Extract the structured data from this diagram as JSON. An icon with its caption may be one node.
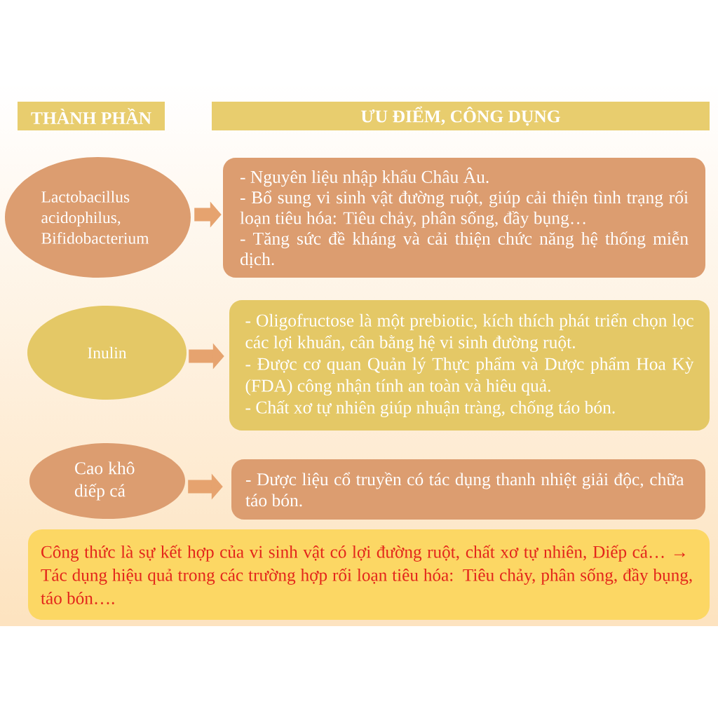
{
  "diagram": {
    "nodes": [
      {
        "text": [
          "THÀNH PHẦN"
        ]
      },
      {
        "text": [
          "ƯU ĐIỂM, CÔNG DỤNG"
        ]
      },
      {
        "text": [
          "Lactobacillus acidophilus, Bifidobacterium"
        ]
      },
      {
        "text": [
          "- Nguyên liệu nhập khẩu Châu Âu.",
          "- Bổ sung vi sinh vật đường ruột, giúp cải thiện tình trạng rối loạn tiêu hóa: Tiêu chảy, phân sống, đầy bụng…",
          "- Tăng sức đề kháng và cải thiện chức năng hệ thống miễn dịch."
        ]
      },
      {
        "text": [
          "Inulin"
        ]
      },
      {
        "text": [
          "- Oligofructose là một prebiotic, kích thích phát triển chọn lọc các lợi khuẩn, cân bằng hệ vi sinh đường ruột.",
          "- Được cơ quan Quản lý Thực phẩm và Dược phẩm Hoa Kỳ (FDA) công nhận tính an toàn và hiêu quả.",
          "- Chất xơ tự nhiên giúp nhuận tràng, chống táo bón."
        ]
      },
      {
        "text": [
          "Cao khô diếp cá"
        ]
      },
      {
        "text": [
          "- Dược liệu cổ truyền có tác dụng thanh nhiệt giải độc, chữa táo bón."
        ]
      },
      {
        "text": [
          "Công thức là sự kết hợp của vi sinh vật có lợi đường ruột, chất xơ tự nhiên, Diếp cá… → Tác dụng hiệu quả trong các trường hợp rối loạn tiêu hóa: Tiêu chảy, phân sống, đầy bụng, táo bón…."
        ]
      }
    ],
    "edges": [
      {
        "from": 2,
        "to": 3,
        "arrow": "to"
      },
      {
        "from": 4,
        "to": 5,
        "arrow": "to"
      },
      {
        "from": 6,
        "to": 7,
        "arrow": "to"
      }
    ]
  }
}
